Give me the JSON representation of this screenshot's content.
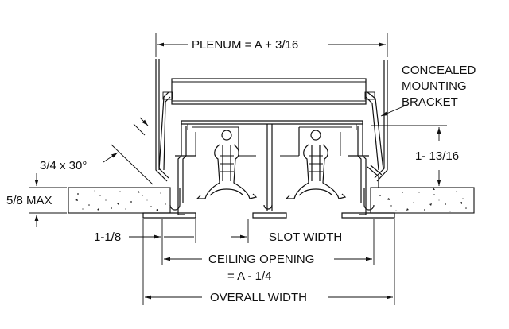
{
  "labels": {
    "plenum": "PLENUM = A + 3/16",
    "concealed_line1": "CONCEALED",
    "concealed_line2": "MOUNTING",
    "concealed_line3": "BRACKET",
    "height": "1- 13/16",
    "angle": "3/4 x 30°",
    "max": "5/8 MAX",
    "offset": "1-1/8",
    "slot_width": "SLOT WIDTH",
    "ceiling_opening_line1": "CEILING OPENING",
    "ceiling_opening_line2": "= A - 1/4",
    "overall_width": "OVERALL WIDTH"
  }
}
